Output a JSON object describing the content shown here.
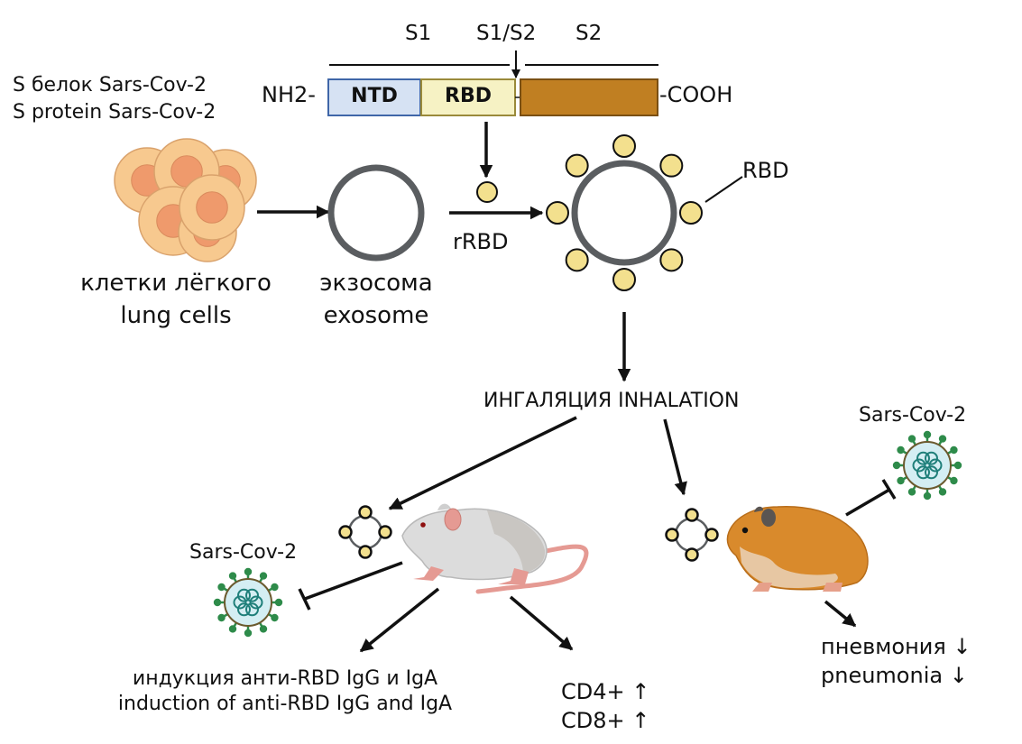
{
  "protein_label": {
    "ru": "S белок Sars-Cov-2",
    "en": "S protein Sars-Cov-2"
  },
  "domain_bar": {
    "n_terminus": "NH2-",
    "c_terminus": "-COOH",
    "subunits": {
      "s1": "S1",
      "cleavage": "S1/S2",
      "s2": "S2"
    },
    "domains": [
      {
        "label": "NTD",
        "color": "#d6e2f3",
        "border": "#3f66a8"
      },
      {
        "label": "RBD",
        "color": "#f6f2c4",
        "border": "#9a8a3a"
      },
      {
        "label": "",
        "color": "#c07f22",
        "border": "#7a4f12"
      }
    ]
  },
  "flow": {
    "lung_cells": {
      "ru": "клетки лёгкого",
      "en": "lung cells"
    },
    "exosome": {
      "ru": "экзосома",
      "en": "exosome"
    },
    "rrbd": "rRBD",
    "rbd_callout": "RBD",
    "inhalation": "ИНГАЛЯЦИЯ INHALATION"
  },
  "mouse_branch": {
    "virus_label": "Sars-Cov-2",
    "antibody": {
      "ru": "индукция анти-RBD IgG и IgA",
      "en": "induction of anti-RBD IgG and IgA"
    },
    "tcells": {
      "cd4": "CD4+ ↑",
      "cd8": "CD8+ ↑"
    }
  },
  "hamster_branch": {
    "virus_label": "Sars-Cov-2",
    "pneumonia": {
      "ru": "пневмония ↓",
      "en": "pneumonia ↓"
    }
  },
  "colors": {
    "rbd_bead": "#f3e08e",
    "exosome_ring": "#5a5d60",
    "cell_outer": "#f7c98f",
    "cell_nucleus": "#ef9a6c",
    "virus_spike": "#2e8b4a",
    "virus_core": "#d4eef3",
    "virus_rna": "#1f7f7a",
    "mouse_body": "#dcdcdc",
    "mouse_pink": "#e59a93",
    "hamster_body": "#d98a2c",
    "hamster_belly": "#e7c7a3"
  }
}
